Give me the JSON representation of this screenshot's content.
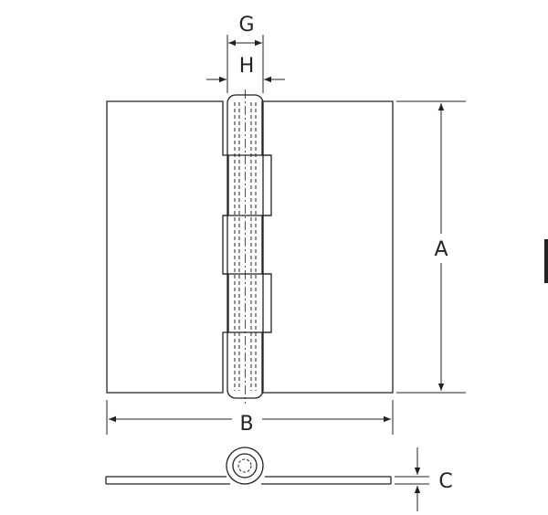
{
  "labels": {
    "g": "G",
    "h": "H",
    "a": "A",
    "b": "B",
    "c": "C"
  },
  "colors": {
    "line": "#222222",
    "background": "#ffffff"
  }
}
